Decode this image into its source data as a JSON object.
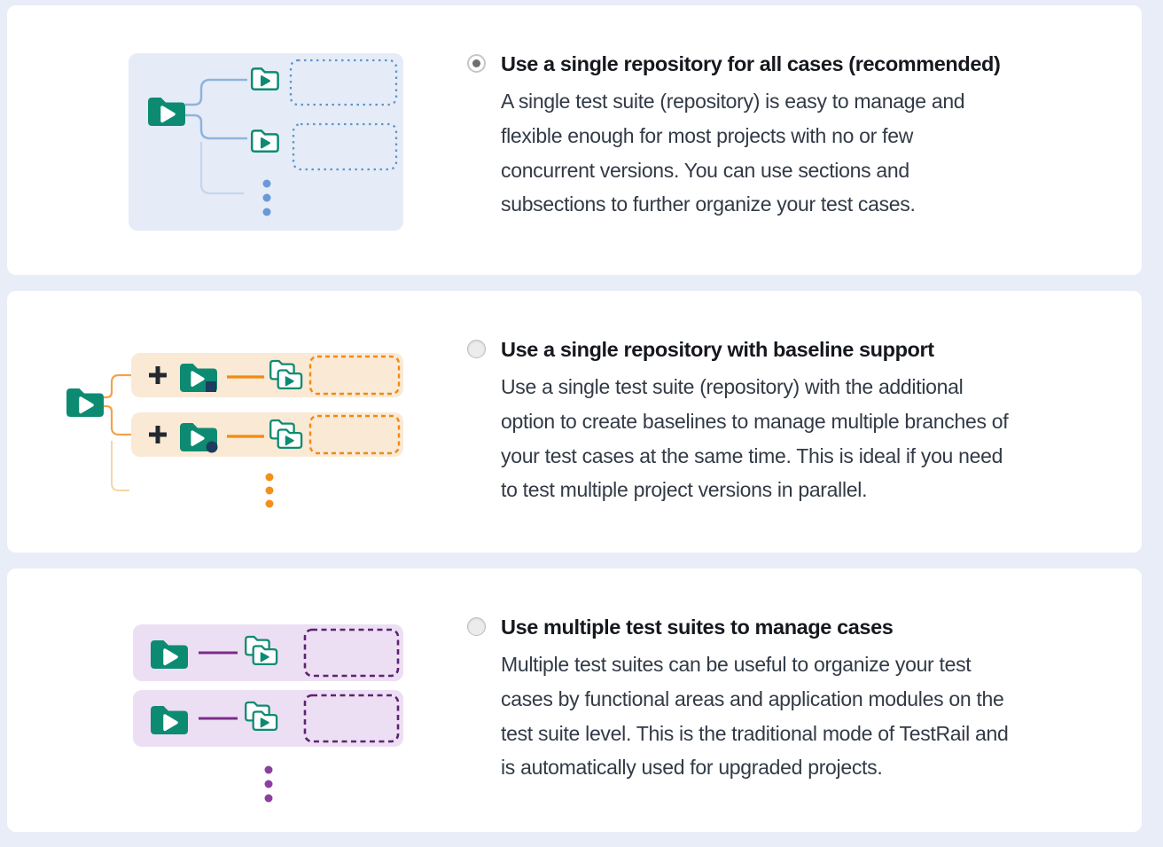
{
  "page": {
    "background": "#e8edf7",
    "card_background": "#ffffff"
  },
  "options": [
    {
      "title": "Use a single repository for all cases (recommended)",
      "description": [
        "A single test suite (repository) is easy to manage and",
        "flexible enough for most projects with no or few",
        "concurrent versions. You can use sections and",
        "subsections to further organize your test cases."
      ],
      "selected": true,
      "accent_color": "#6b98d8",
      "illustration": {
        "panel_background": "#e5ecf7",
        "folder_color": "#0d8b72",
        "connector_color": "#8fb3dd",
        "dashed_box_color": "#5e96ca",
        "dots_color": "#6b98d8"
      }
    },
    {
      "title": "Use a single repository with baseline support",
      "description": [
        "Use a single test suite (repository) with the additional",
        "option to create baselines to manage multiple branches of",
        "your test cases at the same time. This is ideal if you need",
        "to test multiple project versions in parallel."
      ],
      "selected": false,
      "accent_color": "#f18a12",
      "illustration": {
        "row_background": "#fae9d5",
        "folder_color": "#0d8b72",
        "connector_color": "#f3a24b",
        "line_color": "#f18a12",
        "dashed_box_color": "#f18a12",
        "badge_color": "#1e3c60",
        "plus_color": "#23272f",
        "dots_color": "#f1911c"
      }
    },
    {
      "title": "Use multiple test suites to manage cases",
      "description": [
        "Multiple test suites can be useful to organize your test",
        "cases by functional areas and application modules on the",
        "test suite level. This is the traditional mode of TestRail and",
        "is automatically used for upgraded projects."
      ],
      "selected": false,
      "accent_color": "#8d3f9e",
      "illustration": {
        "row_background": "#eddff3",
        "folder_color": "#0d8b72",
        "line_color": "#7b2c8b",
        "dashed_box_color": "#5e2372",
        "dots_color": "#8d3f9e"
      }
    }
  ]
}
